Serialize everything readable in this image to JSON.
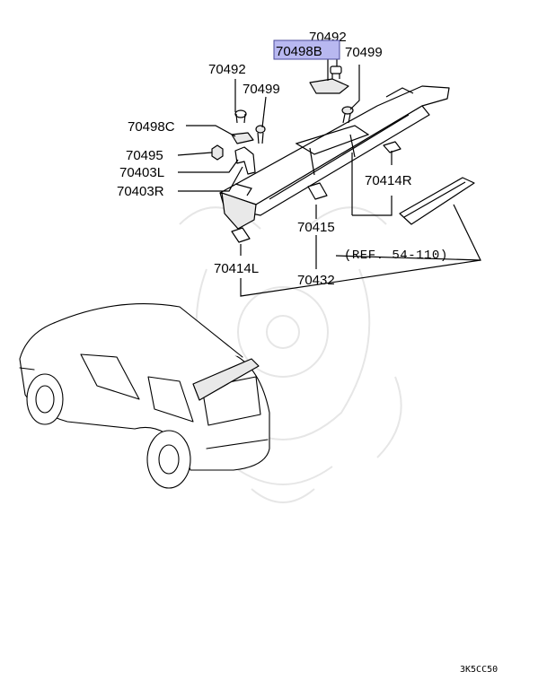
{
  "diagram": {
    "part_labels": {
      "p70492_top": "70492",
      "p70498B": "70498B",
      "p70499_top": "70499",
      "p70492_left": "70492",
      "p70499_left": "70499",
      "p70498C": "70498C",
      "p70495": "70495",
      "p70403L": "70403L",
      "p70403R": "70403R",
      "p70414R": "70414R",
      "p70415": "70415",
      "p70414L": "70414L",
      "p70432": "70432"
    },
    "reference_label": "(REF. 54-110)",
    "figure_code": "3K5CC50",
    "highlight_color": "#b8b8f0",
    "highlight_border": "#4a4a9a"
  }
}
